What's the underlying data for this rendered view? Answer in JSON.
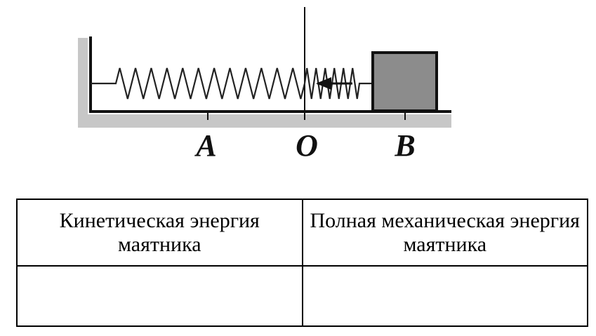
{
  "diagram": {
    "points": {
      "a": "A",
      "o": "O",
      "b": "B"
    }
  },
  "table": {
    "headers": [
      "Кинетическая энергия маятника",
      "Полная механическая энергия маятника"
    ],
    "answers": [
      "",
      ""
    ]
  }
}
